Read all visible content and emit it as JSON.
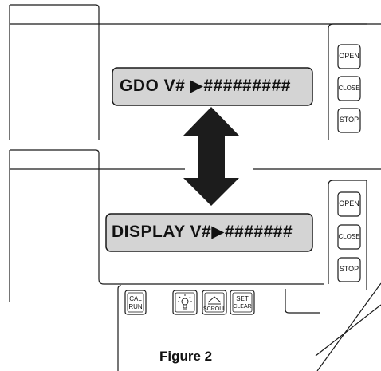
{
  "top_panel": {
    "display_text": "GDO V# ▶#########",
    "buttons": [
      "OPEN",
      "CLOSE",
      "STOP"
    ]
  },
  "bottom_panel": {
    "display_text": "DISPLAY V#▶#######",
    "buttons": [
      "OPEN",
      "CLOSE",
      "STOP"
    ],
    "lower_buttons": [
      {
        "line1": "CAL",
        "line2": "RUN"
      },
      {
        "icon": "light-bulb-icon"
      },
      {
        "line1": "",
        "line2": "SCROLL",
        "icon": "scroll-up-icon"
      },
      {
        "line1": "SET",
        "line2": "CLEAR"
      }
    ]
  },
  "arrow_icon": "double-headed-vertical-arrow-icon",
  "caption": "Figure 2",
  "colors": {
    "lcd_fill": "#d4d4d4",
    "stroke": "#1a1a1a",
    "arrow": "#1c1c1c"
  }
}
